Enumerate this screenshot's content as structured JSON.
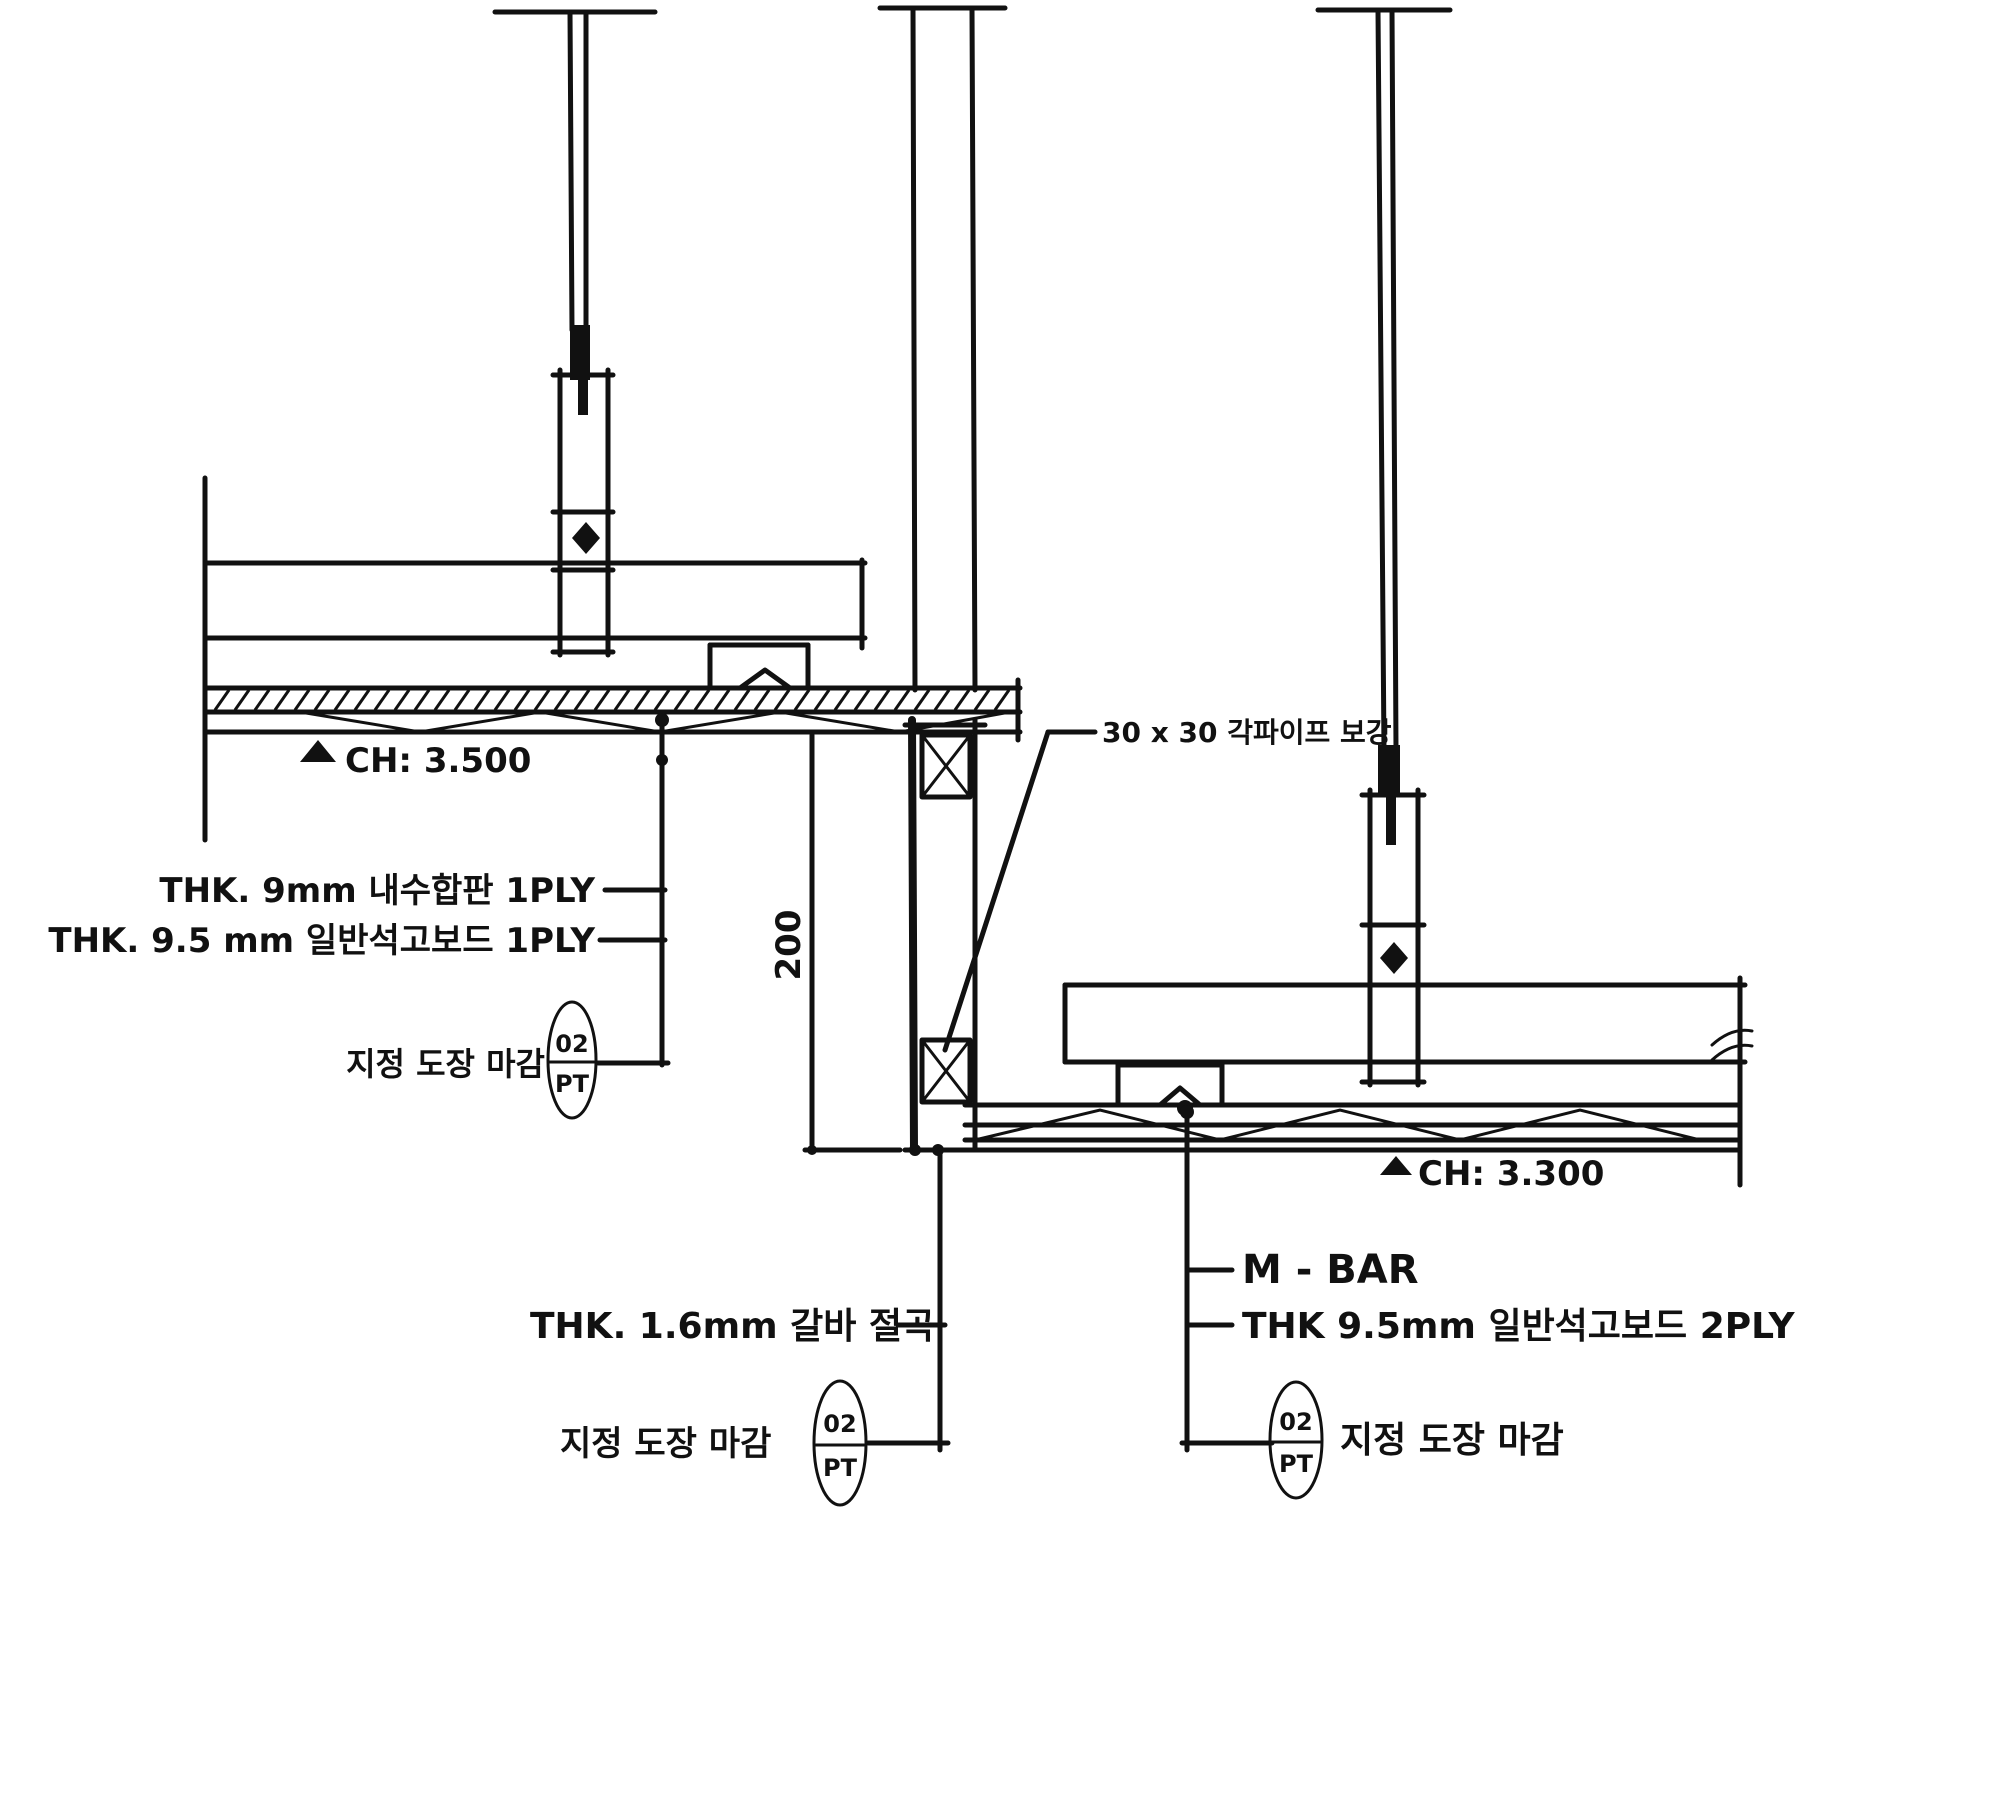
{
  "labels": {
    "ch_upper": "CH: 3.500",
    "ch_lower": "CH: 3.300",
    "square_pipe": "30 x 30 각파이프 보강",
    "dimension": "200",
    "left_plywood": "THK. 9mm 내수합판 1PLY",
    "left_gypsum": "THK. 9.5 mm 일반석고보드 1PLY",
    "left_finish": "지정 도장 마감",
    "mid_galva": "THK. 1.6mm 갈바 절곡",
    "mid_finish": "지정 도장 마감",
    "right_mbar": "M - BAR",
    "right_gypsum": "THK 9.5mm 일반석고보드 2PLY",
    "right_finish": "지정 도장 마감"
  },
  "tags": {
    "left": {
      "top": "02",
      "bottom": "PT"
    },
    "mid": {
      "top": "02",
      "bottom": "PT"
    },
    "right": {
      "top": "02",
      "bottom": "PT"
    }
  }
}
